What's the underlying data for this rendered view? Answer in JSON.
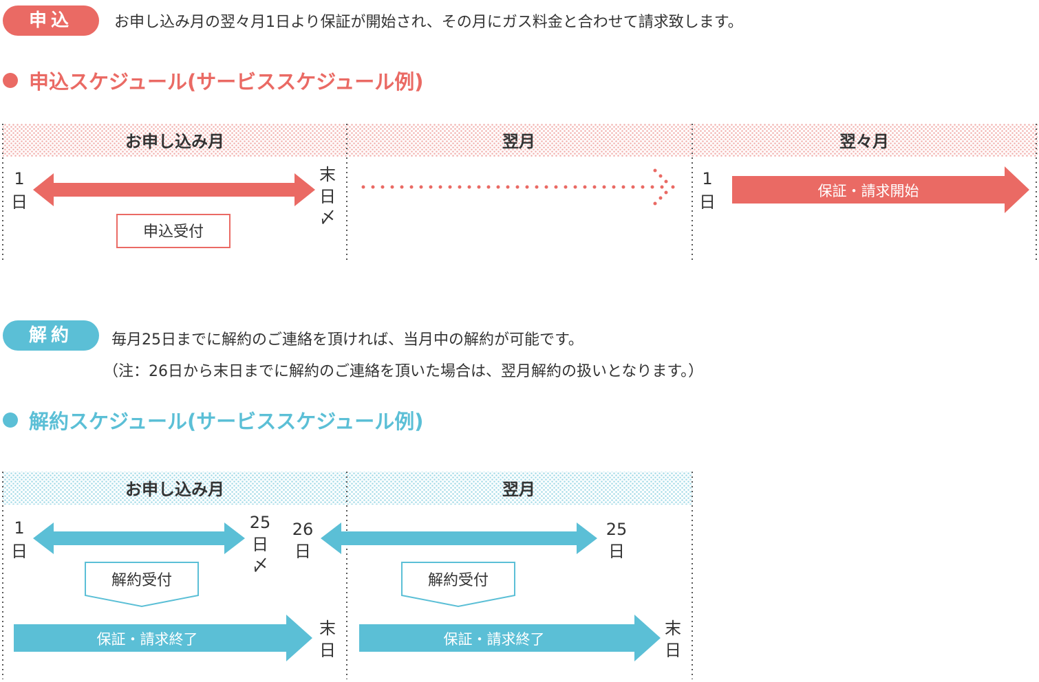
{
  "colors": {
    "red": "#ea6a64",
    "blue": "#5bbfd6",
    "text": "#333333"
  },
  "application": {
    "badge": "申込",
    "description": "お申し込み月の翌々月1日より保証が開始され、その月にガス料金と合わせて請求致します。",
    "schedule_title": "申込スケジュール(サービススケジュール例)",
    "months": [
      "お申し込み月",
      "翌月",
      "翌々月"
    ],
    "day_first": "1日",
    "day_last": "末日〆",
    "day_start": "1日",
    "accept_label": "申込受付",
    "start_label": "保証・請求開始"
  },
  "cancel": {
    "badge": "解約",
    "description": "毎月25日までに解約のご連絡を頂ければ、当月中の解約が可能です。",
    "note": "（注：26日から末日までに解約のご連絡を頂いた場合は、翌月解約の扱いとなります。）",
    "schedule_title": "解約スケジュール(サービススケジュール例)",
    "months": [
      "お申し込み月",
      "翌月"
    ],
    "m1_day_first": "1日",
    "m1_day_cutoff_num": "25",
    "m1_day_cutoff_rest": "日〆",
    "m2_day_first_num": "26",
    "m2_day_first_rest": "日",
    "m2_day_cutoff_num": "25",
    "m2_day_cutoff_rest": "日",
    "accept_label": "解約受付",
    "end_label": "保証・請求終了",
    "end_day": "末日"
  }
}
